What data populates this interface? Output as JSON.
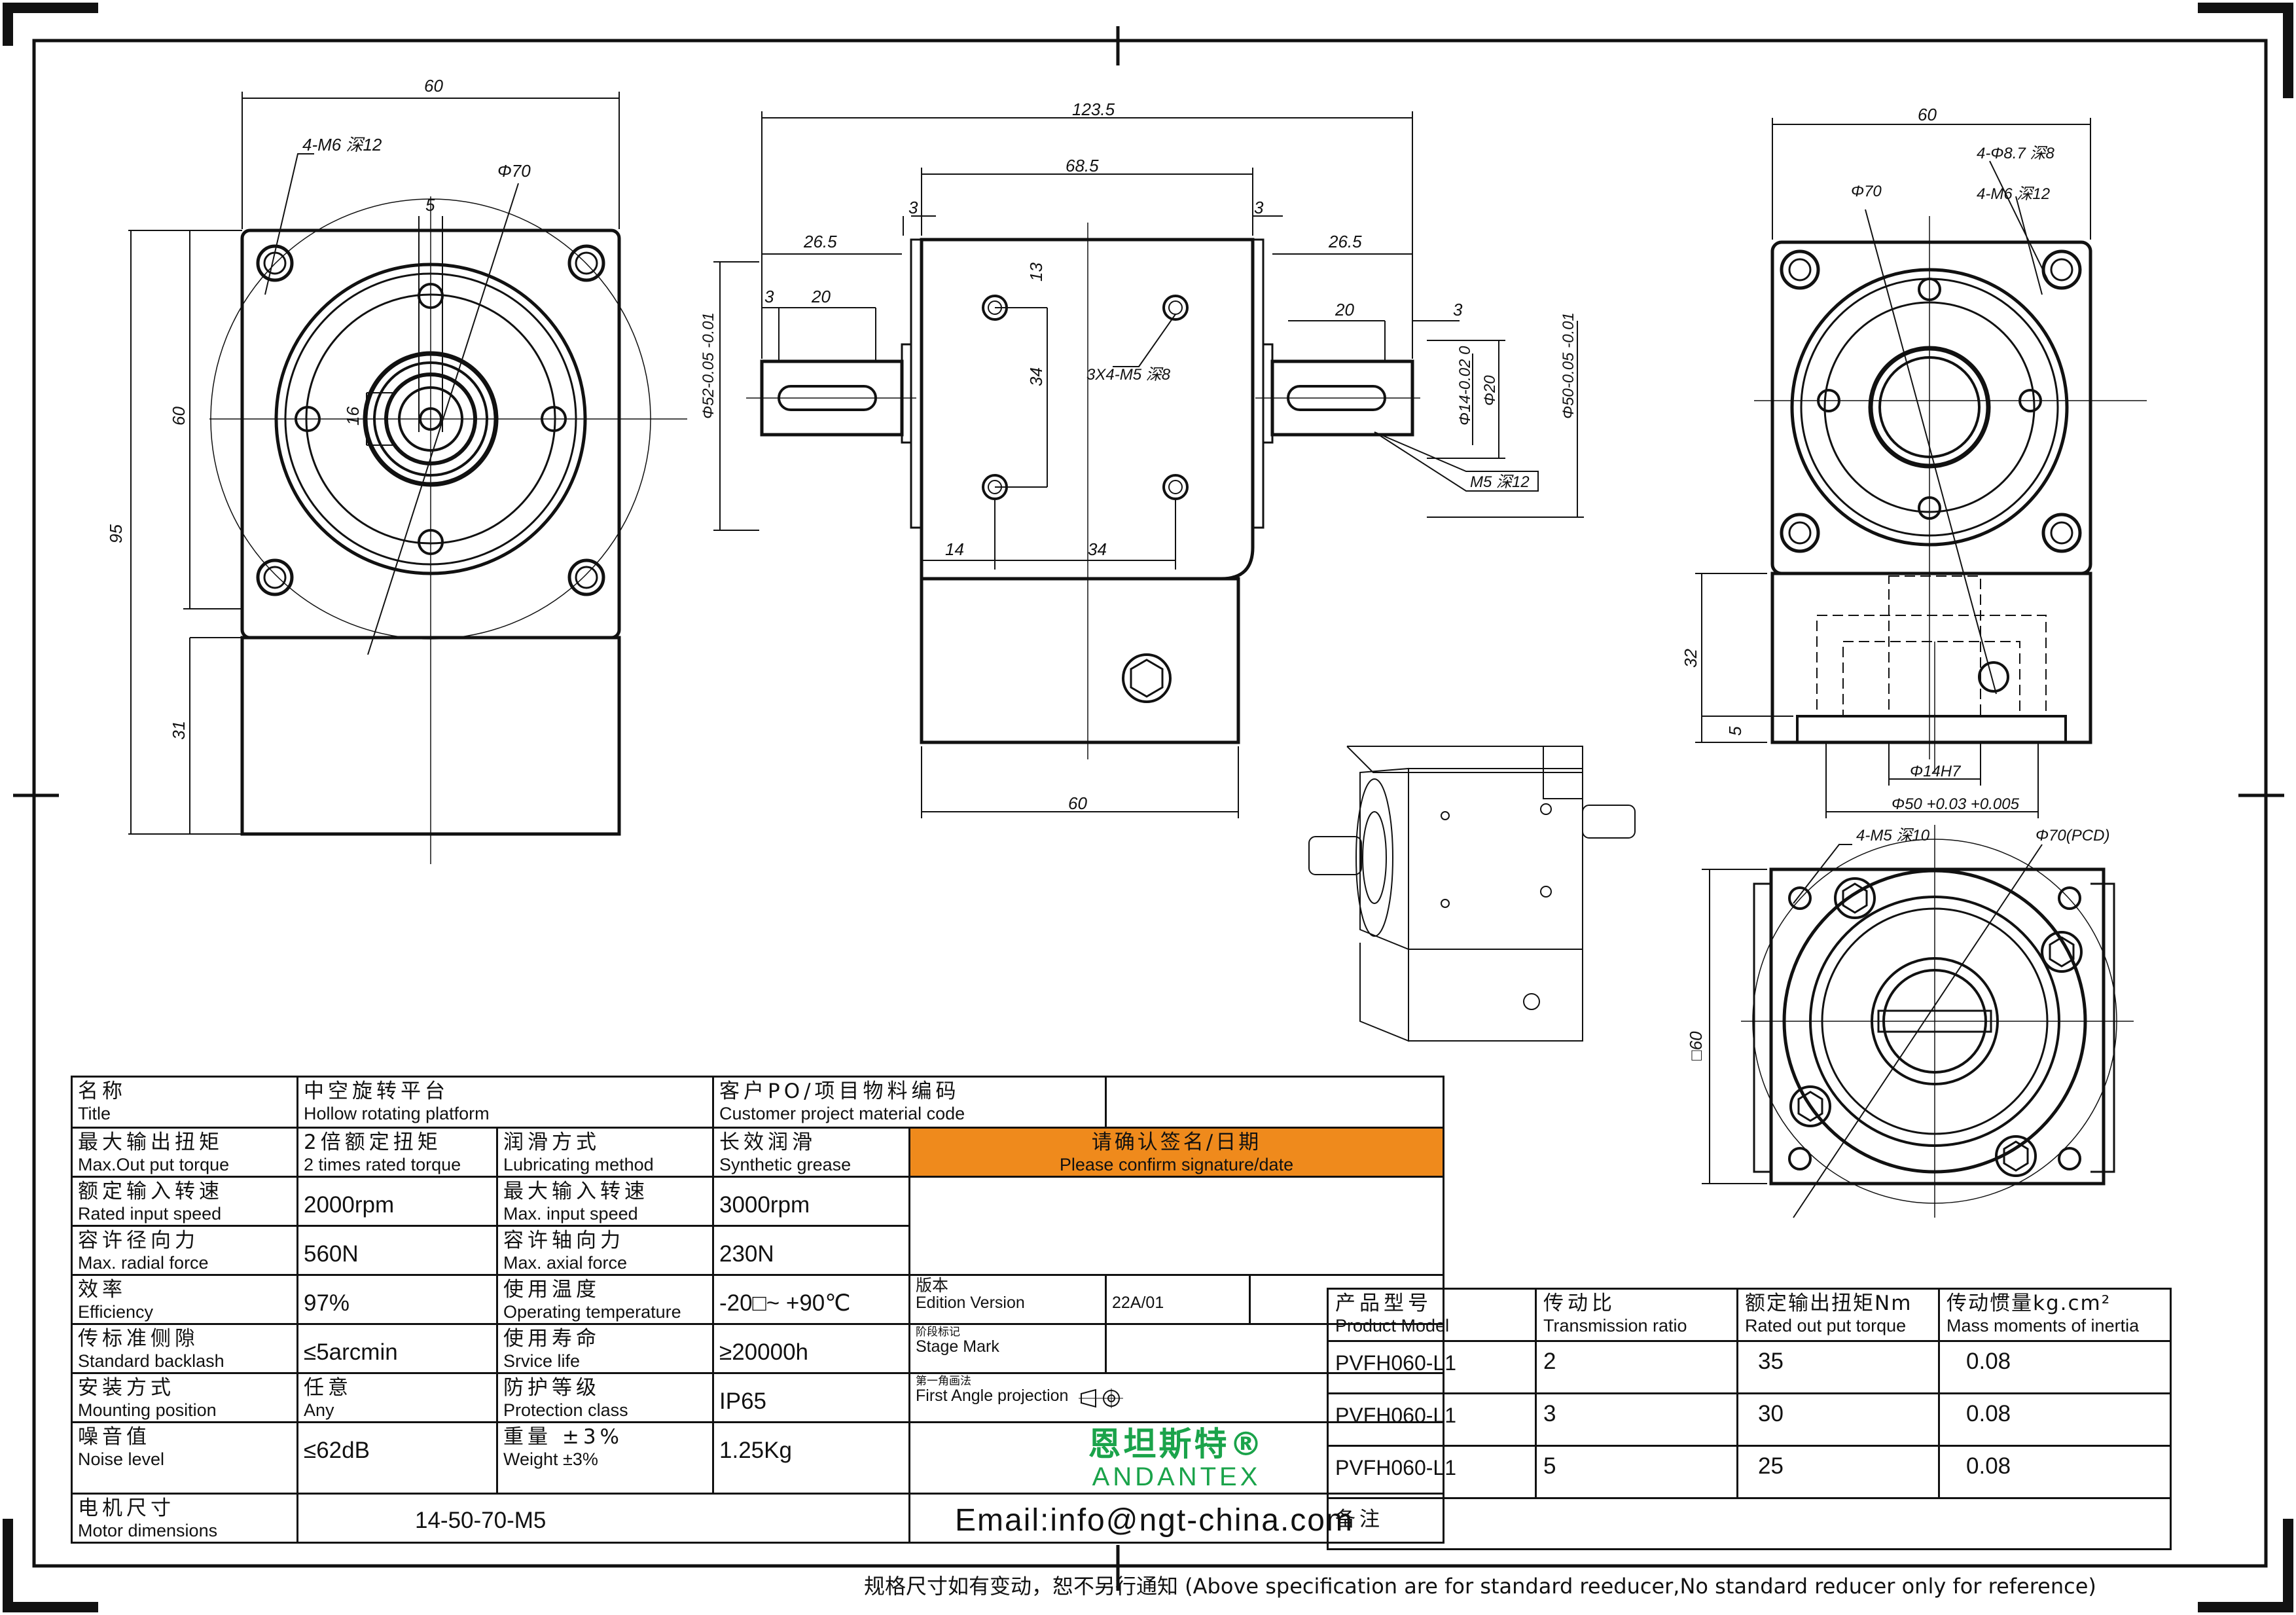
{
  "drawing": {
    "front_view": {
      "w60": "60",
      "h60": "60",
      "h95": "95",
      "h31": "31",
      "bolt": "4-M6 深12",
      "phi70": "Φ70",
      "key5": "5",
      "key16": "16"
    },
    "side_view": {
      "d123_5": "123.5",
      "d68_5": "68.5",
      "d3a": "3",
      "d3b": "3",
      "d26_5a": "26.5",
      "d26_5b": "26.5",
      "d20a": "20",
      "d20b": "20",
      "d3c": "3",
      "d3d": "3",
      "d13": "13",
      "d34v": "34",
      "d14": "14",
      "d34h": "34",
      "d60": "60",
      "holes": "3X4-M5 深8",
      "phi52": "Φ52-0.05 -0.01",
      "phi14": "Φ14-0.02 0",
      "phi20": "Φ20",
      "phi50": "Φ50-0.05 -0.01",
      "m5": "M5 深12"
    },
    "right_view": {
      "w60": "60",
      "phi70": "Φ70",
      "holes1": "4-Φ8.7 深8",
      "holes2": "4-M6 深12",
      "h32": "32",
      "h5": "5",
      "phi14h7": "Φ14H7",
      "phi50": "Φ50 +0.03 +0.005"
    },
    "bottom_view": {
      "holes": "4-M5 深10",
      "pcd": "Φ70(PCD)",
      "sq60": "□60"
    }
  },
  "spec": {
    "title_cn": "名称",
    "title_en": "Title",
    "title_val_cn": "中空旋转平台",
    "title_val_en": "Hollow rotating platform",
    "code_cn": "客户PO/项目物料编码",
    "code_en": "Customer project material code",
    "max_out_cn": "最大输出扭矩",
    "max_out_en": "Max.Out put torque",
    "max_out_val_cn": "2倍额定扭矩",
    "max_out_val_en": "2 times rated torque",
    "lub_cn": "润滑方式",
    "lub_en": "Lubricating method",
    "lub_val_cn": "长效润滑",
    "lub_val_en": "Synthetic grease",
    "confirm_cn": "请确认签名/日期",
    "confirm_en": "Please confirm signature/date",
    "rated_in_cn": "额定输入转速",
    "rated_in_en": "Rated input speed",
    "rated_in_val": "2000rpm",
    "max_in_cn": "最大输入转速",
    "max_in_en": "Max. input speed",
    "max_in_val": "3000rpm",
    "radial_cn": "容许径向力",
    "radial_en": "Max. radial force",
    "radial_val": "560N",
    "axial_cn": "容许轴向力",
    "axial_en": "Max. axial force",
    "axial_val": "230N",
    "eff_cn": "效率",
    "eff_en": "Efficiency",
    "eff_val": "97%",
    "temp_cn": "使用温度",
    "temp_en": "Operating temperature",
    "temp_val": "-20□~ +90℃",
    "edition_cn": "版本",
    "edition_en": "Edition Version",
    "edition_val": "22A/01",
    "model_cn": "产品型号",
    "model_en": "Product Model",
    "ratio_cn": "传动比",
    "ratio_en": "Transmission ratio",
    "rated_out_cn": "额定输出扭矩Nm",
    "rated_out_en": "Rated out put torque",
    "inertia_cn": "传动惯量kg.cm²",
    "inertia_en": "Mass moments of inertia",
    "backlash_cn": "传标准侧隙",
    "backlash_en": "Standard backlash",
    "backlash_val": "≤5arcmin",
    "life_cn": "使用寿命",
    "life_en": "Srvice life",
    "life_val": "≥20000h",
    "stage_cn": "阶段标记",
    "stage_en": "Stage Mark",
    "mount_cn": "安装方式",
    "mount_en": "Mounting position",
    "mount_val_cn": "任意",
    "mount_val_en": "Any",
    "prot_cn": "防护等级",
    "prot_en": "Protection class",
    "prot_val": "IP65",
    "angle_cn": "第一角画法",
    "angle_en": "First Angle projection",
    "noise_cn": "噪音值",
    "noise_en": "Noise level",
    "noise_val": "≤62dB",
    "weight_cn": "重量 ±3%",
    "weight_en": "Weight ±3%",
    "weight_val": "1.25Kg",
    "motor_cn": "电机尺寸",
    "motor_en": "Motor dimensions",
    "motor_val": "14-50-70-M5",
    "brand_cn": "恩坦斯特®",
    "brand_en": "ANDANTEX",
    "email": "Email:info@ngt-china.com",
    "remark_cn": "备注"
  },
  "models": [
    {
      "model": "PVFH060-L1",
      "ratio": "2",
      "torque": "35",
      "inertia": "0.08"
    },
    {
      "model": "PVFH060-L1",
      "ratio": "3",
      "torque": "30",
      "inertia": "0.08"
    },
    {
      "model": "PVFH060-L1",
      "ratio": "5",
      "torque": "25",
      "inertia": "0.08"
    }
  ],
  "footer": "规格尺寸如有变动，恕不另行通知 (Above specification are for standard reeducer,No standard reducer only for reference)"
}
